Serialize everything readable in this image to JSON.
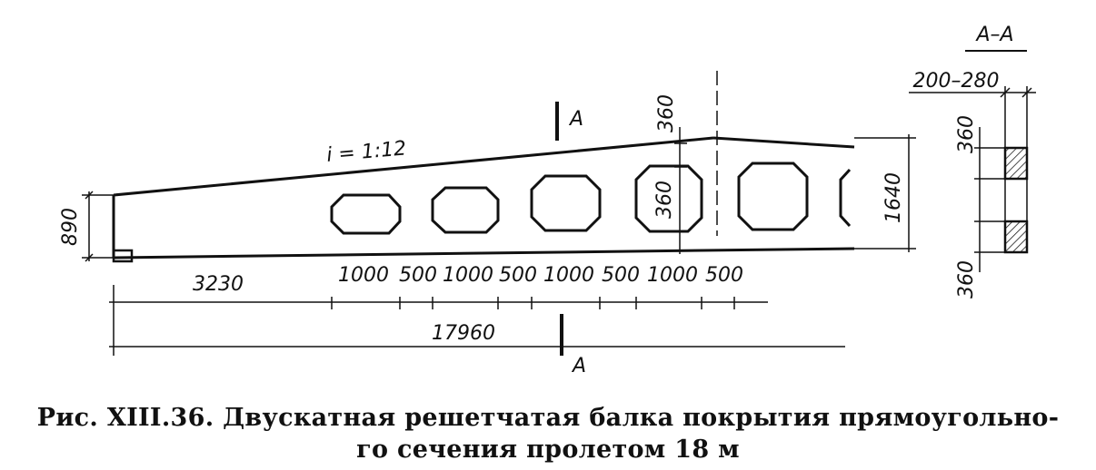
{
  "section_label": "A–A",
  "cut_mark": "A",
  "slope": "i = 1:12",
  "dims": {
    "end_height": "890",
    "mid_height": "1640",
    "top_chord": "360",
    "opening": "360",
    "first_panel": "3230",
    "opening_width": "1000",
    "post_width": "500",
    "half_span": "17960",
    "section_width": "200–280",
    "section_top": "360",
    "section_bottom": "360"
  },
  "caption": {
    "line1": "Рис. XIII.36. Двускатная решетчатая балка покрытия прямоугольно-",
    "line2": "го сечения пролетом 18 м"
  },
  "colors": {
    "ink": "#111111",
    "paper": "#ffffff"
  }
}
